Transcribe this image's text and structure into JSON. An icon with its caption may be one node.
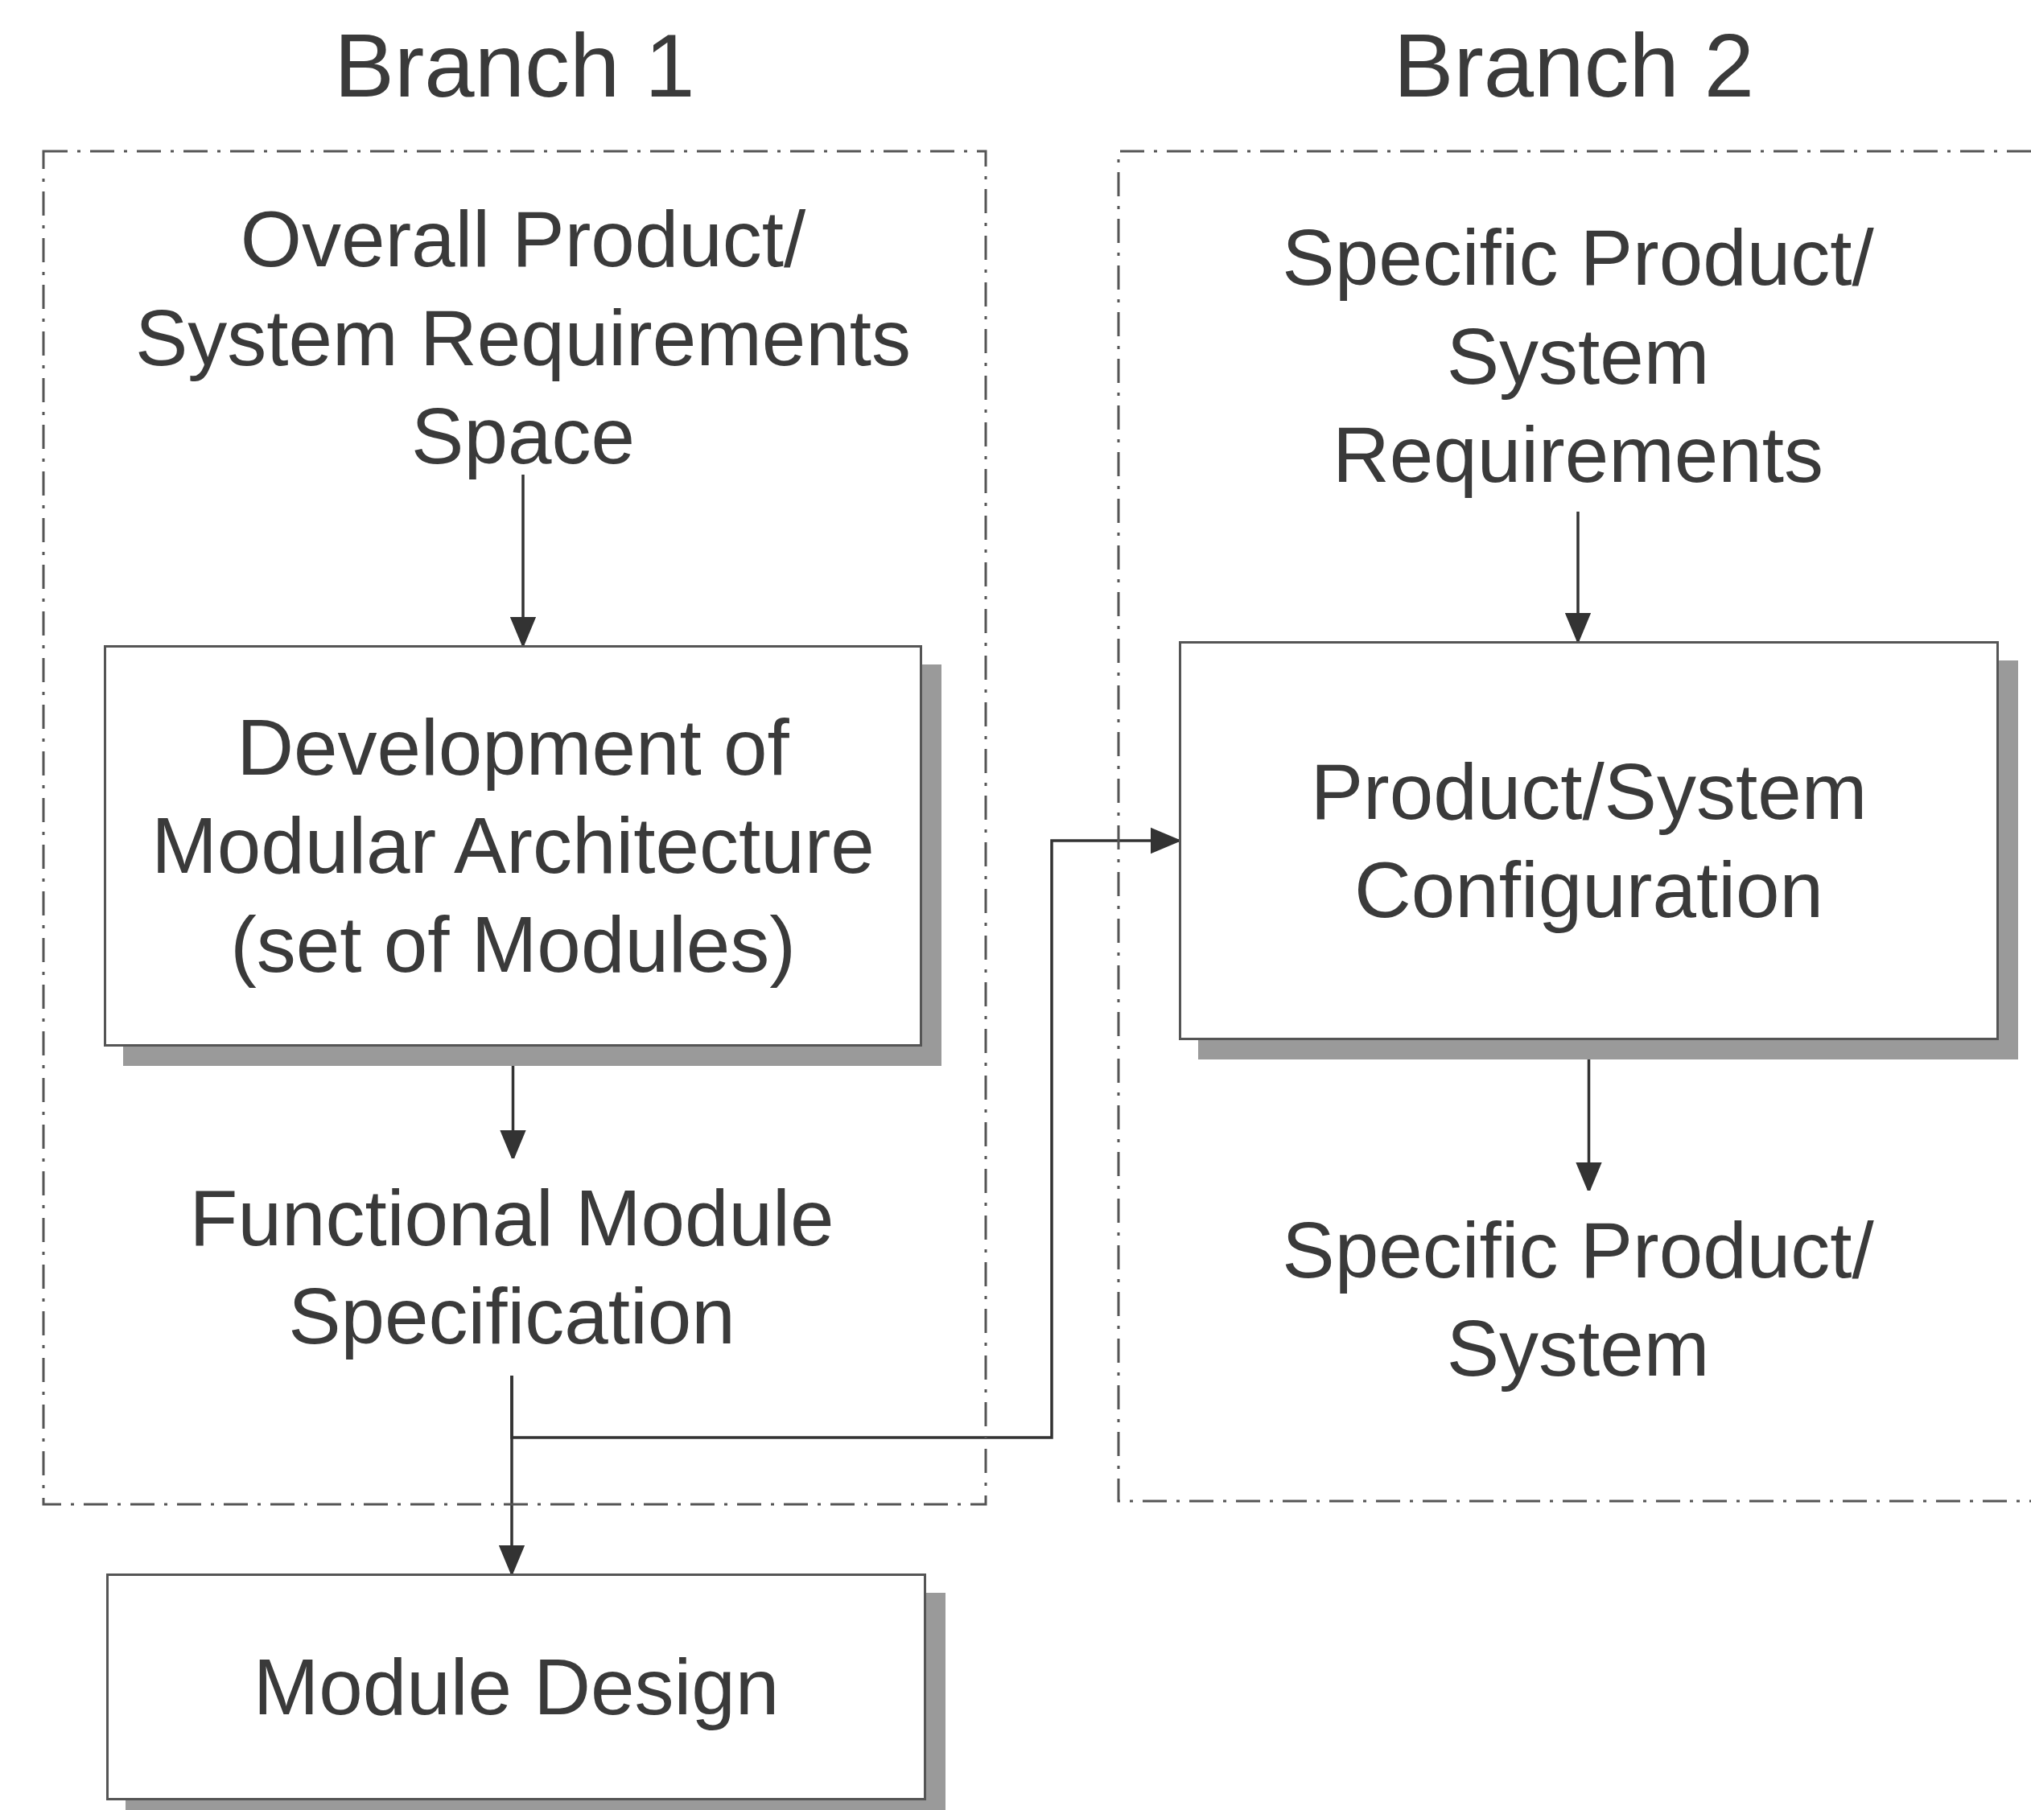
{
  "diagram": {
    "nodes": [
      {
        "text": [
          "Branch 1"
        ]
      },
      {
        "text": [
          "Overall Product/ System Requirements Space"
        ],
        "in": 0
      },
      {
        "text": [
          "Development of Modular Architecture (set of Modules)"
        ],
        "in": 0
      },
      {
        "text": [
          "Functional Module Specification"
        ],
        "in": 0
      },
      {
        "text": [
          "Branch 2"
        ]
      },
      {
        "text": [
          "Specific Product/ System Requirements"
        ],
        "in": 4
      },
      {
        "text": [
          "Product/System Configuration"
        ],
        "in": 4
      },
      {
        "text": [
          "Specific Product/ System"
        ],
        "in": 4
      },
      {
        "text": [
          "Module Design"
        ]
      }
    ],
    "edges": [
      {
        "from": 1,
        "to": 2,
        "arrow": "to"
      },
      {
        "from": 2,
        "to": 3,
        "arrow": "to"
      },
      {
        "from": 3,
        "to": 8,
        "arrow": "to"
      },
      {
        "from": 3,
        "to": 6,
        "arrow": "to"
      },
      {
        "from": 5,
        "to": 6,
        "arrow": "to"
      },
      {
        "from": 6,
        "to": 7,
        "arrow": "to"
      }
    ]
  }
}
